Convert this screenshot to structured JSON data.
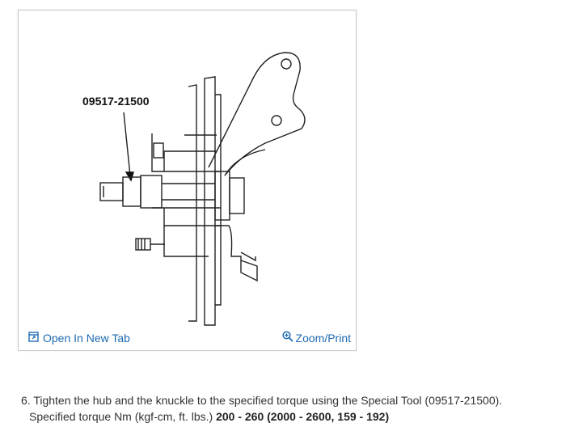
{
  "figure": {
    "tool_label": "09517-21500",
    "open_tab_label": "Open In New Tab",
    "zoom_label": "Zoom/Print",
    "icons": {
      "open_tab": "open-in-new-tab-icon",
      "zoom": "magnifier-plus-icon"
    },
    "link_color": "#1f6bb3"
  },
  "instruction": {
    "line1": "6. Tighten the hub and the knuckle to the specified torque using the Special Tool (09517-21500).",
    "line2_prefix": "Specified torque Nm (kgf-cm, ft. lbs.) ",
    "line2_values": "200 - 260 (2000 - 2600, 159 - 192)"
  }
}
